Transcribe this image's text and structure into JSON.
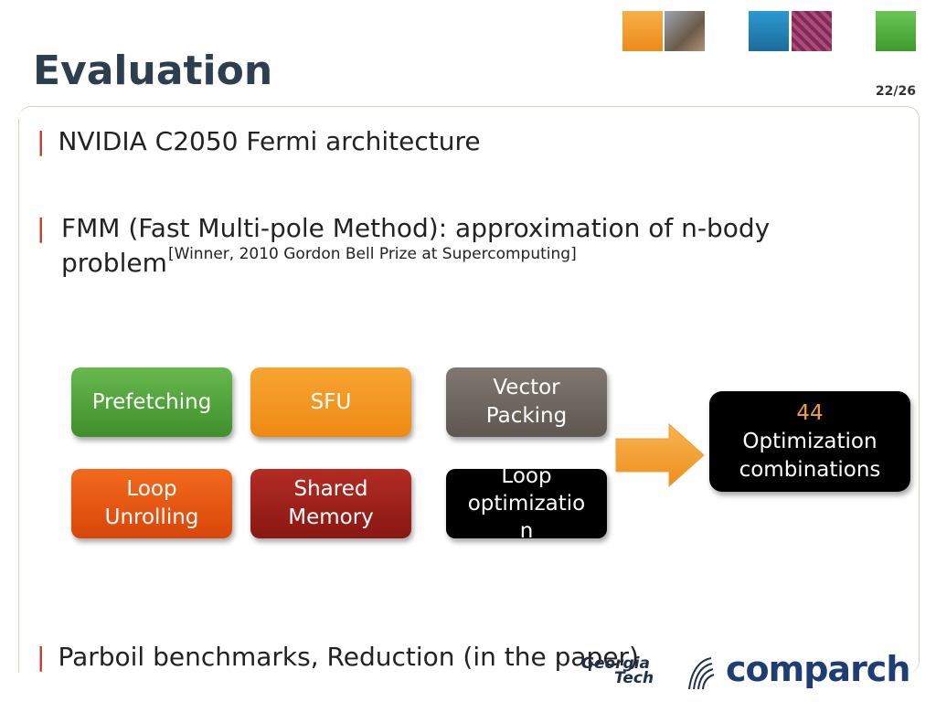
{
  "slide": {
    "title": "Evaluation",
    "page_number": "22/26"
  },
  "bullets": [
    {
      "text": "NVIDIA C2050 Fermi architecture"
    },
    {
      "text": "FMM (Fast Multi-pole Method): approximation of n-body problem"
    },
    {
      "text": "Parboil benchmarks, Reduction (in the paper)"
    }
  ],
  "citation": "[Winner, 2010 Gordon Bell Prize at Supercomputing]",
  "boxes": {
    "prefetching": "Prefetching",
    "sfu": "SFU",
    "vector_line1": "Vector",
    "vector_line2": "Packing",
    "loop_unroll_line1": "Loop",
    "loop_unroll_line2": "Unrolling",
    "shared_line1": "Shared",
    "shared_line2": "Memory",
    "loopopt_line1": "Loop",
    "loopopt_line2": "optimizatio",
    "loopopt_line3": "n"
  },
  "result": {
    "number": "44",
    "line1": "Optimization",
    "line2": "combinations"
  },
  "footer": {
    "gt_line1": "Georgia",
    "gt_line2": "Tech",
    "comparch": "comparch"
  },
  "colors": {
    "title": "#2c3e50",
    "bullet_bar": "#c0392b",
    "prefetch": "#4fa23a",
    "sfu": "#f29a20",
    "vector": "#6e675f",
    "loop_unroll": "#e85514",
    "shared": "#9e211a",
    "loop_opt": "#000000",
    "arrow": "#f5a030",
    "result_number": "#f0a030"
  }
}
